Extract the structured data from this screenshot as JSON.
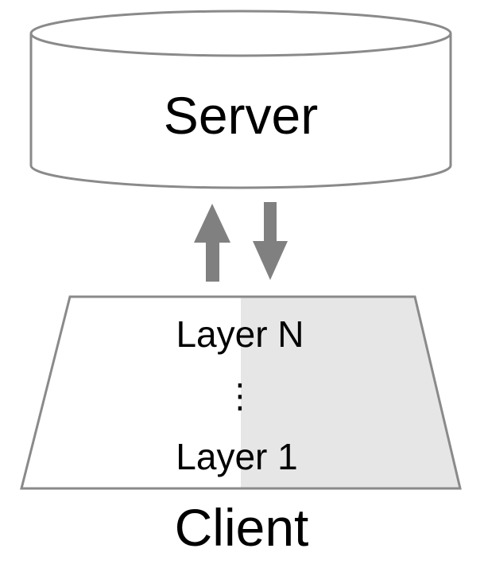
{
  "server": {
    "label": "Server",
    "fill": "#ffffff",
    "stroke": "#8a8a8a"
  },
  "arrows": {
    "color": "#808080",
    "items": [
      {
        "direction": "up"
      },
      {
        "direction": "down"
      }
    ]
  },
  "client": {
    "label": "Client",
    "fill": "#ffffff",
    "shaded_fill": "#e6e6e6",
    "stroke": "#8a8a8a",
    "layers": {
      "top": "Layer N",
      "ellipsis": "⋮",
      "bottom": "Layer 1"
    }
  }
}
